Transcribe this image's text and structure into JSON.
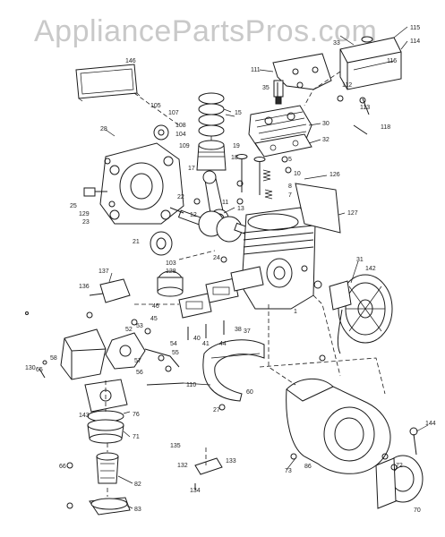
{
  "watermark": "AppliancePartsPros.com",
  "callouts": [
    {
      "id": "c115",
      "text": "115"
    },
    {
      "id": "c114",
      "text": "114"
    },
    {
      "id": "c33",
      "text": "33"
    },
    {
      "id": "c116",
      "text": "116"
    },
    {
      "id": "c111",
      "text": "111"
    },
    {
      "id": "c146",
      "text": "146"
    },
    {
      "id": "c35",
      "text": "35"
    },
    {
      "id": "c112",
      "text": "112"
    },
    {
      "id": "c113",
      "text": "113"
    },
    {
      "id": "c118",
      "text": "118"
    },
    {
      "id": "c30",
      "text": "30"
    },
    {
      "id": "c32",
      "text": "32"
    },
    {
      "id": "c15",
      "text": "15"
    },
    {
      "id": "c105",
      "text": "105"
    },
    {
      "id": "c107",
      "text": "107"
    },
    {
      "id": "c108",
      "text": "108"
    },
    {
      "id": "c104",
      "text": "104"
    },
    {
      "id": "c109",
      "text": "109"
    },
    {
      "id": "c19",
      "text": "19"
    },
    {
      "id": "c18",
      "text": "18"
    },
    {
      "id": "c17",
      "text": "17"
    },
    {
      "id": "c5",
      "text": "5"
    },
    {
      "id": "c10",
      "text": "10"
    },
    {
      "id": "c8",
      "text": "8"
    },
    {
      "id": "c7",
      "text": "7"
    },
    {
      "id": "c126",
      "text": "126"
    },
    {
      "id": "c127",
      "text": "127"
    },
    {
      "id": "c28",
      "text": "28"
    },
    {
      "id": "c25",
      "text": "25"
    },
    {
      "id": "c129",
      "text": "129"
    },
    {
      "id": "c23",
      "text": "23"
    },
    {
      "id": "c22",
      "text": "22"
    },
    {
      "id": "c11",
      "text": "11"
    },
    {
      "id": "c12",
      "text": "12"
    },
    {
      "id": "c13",
      "text": "13"
    },
    {
      "id": "c21",
      "text": "21"
    },
    {
      "id": "c24",
      "text": "24"
    },
    {
      "id": "c1",
      "text": "1"
    },
    {
      "id": "c31",
      "text": "31"
    },
    {
      "id": "c142",
      "text": "142"
    },
    {
      "id": "c137",
      "text": "137"
    },
    {
      "id": "c103",
      "text": "103"
    },
    {
      "id": "c128",
      "text": "128"
    },
    {
      "id": "c136",
      "text": "136"
    },
    {
      "id": "c46",
      "text": "46"
    },
    {
      "id": "c45",
      "text": "45"
    },
    {
      "id": "c40",
      "text": "40"
    },
    {
      "id": "c41",
      "text": "41"
    },
    {
      "id": "c44",
      "text": "44"
    },
    {
      "id": "c54",
      "text": "54"
    },
    {
      "id": "c55",
      "text": "55"
    },
    {
      "id": "c58",
      "text": "58"
    },
    {
      "id": "c52",
      "text": "52"
    },
    {
      "id": "c53",
      "text": "53"
    },
    {
      "id": "c57",
      "text": "57"
    },
    {
      "id": "c56",
      "text": "56"
    },
    {
      "id": "c65",
      "text": "65"
    },
    {
      "id": "c110",
      "text": "110"
    },
    {
      "id": "c130",
      "text": "130"
    },
    {
      "id": "c76",
      "text": "76"
    },
    {
      "id": "c71",
      "text": "71"
    },
    {
      "id": "c143",
      "text": "143"
    },
    {
      "id": "c66",
      "text": "66"
    },
    {
      "id": "c82",
      "text": "82"
    },
    {
      "id": "c83",
      "text": "83"
    },
    {
      "id": "c27",
      "text": "27"
    },
    {
      "id": "c60",
      "text": "60"
    },
    {
      "id": "c86",
      "text": "86"
    },
    {
      "id": "c135",
      "text": "135"
    },
    {
      "id": "c133",
      "text": "133"
    },
    {
      "id": "c134",
      "text": "134"
    },
    {
      "id": "c132",
      "text": "132"
    },
    {
      "id": "c144",
      "text": "144"
    },
    {
      "id": "c72",
      "text": "72"
    },
    {
      "id": "c70",
      "text": "70"
    },
    {
      "id": "c73",
      "text": "73"
    },
    {
      "id": "c38",
      "text": "38"
    },
    {
      "id": "c37",
      "text": "37"
    }
  ]
}
